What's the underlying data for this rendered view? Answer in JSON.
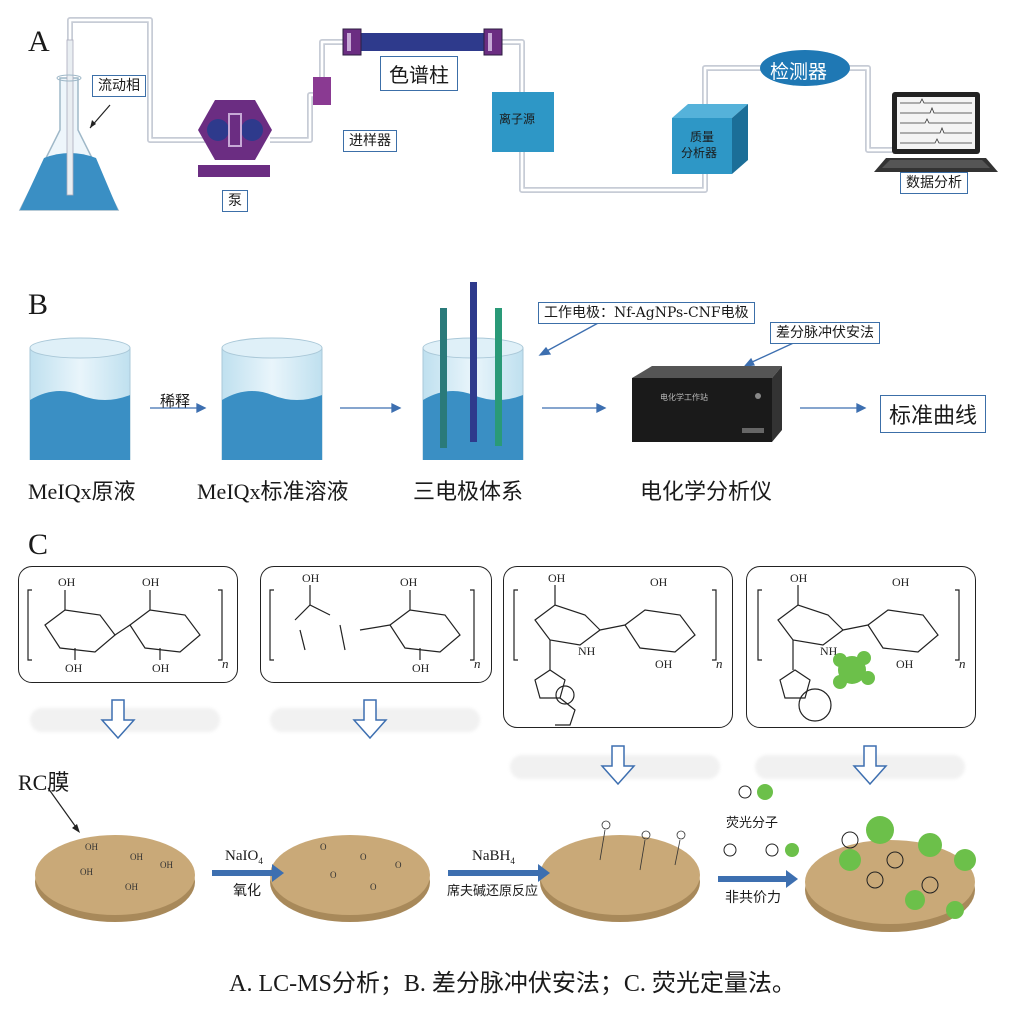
{
  "panel_a": {
    "letter": "A",
    "mobile_phase": "流动相",
    "pump": "泵",
    "injector": "进样器",
    "column": "色谱柱",
    "ion_source": "离子源",
    "mass_analyzer_line1": "质量",
    "mass_analyzer_line2": "分析器",
    "detector": "检测器",
    "data_analysis": "数据分析"
  },
  "panel_b": {
    "letter": "B",
    "dilute": "稀释",
    "working_electrode": "工作电极：Nf-AgNPs-CNF电极",
    "dpv": "差分脉冲伏安法",
    "standard_curve": "标准曲线",
    "stock_solution": "MeIQx原液",
    "standard_solution": "MeIQx标准溶液",
    "three_electrode": "三电极体系",
    "analyzer": "电化学分析仪",
    "instrument_screen_text": "电化学工作站"
  },
  "panel_c": {
    "letter": "C",
    "rc_membrane": "RC膜",
    "step1_top": "NaIO",
    "step1_sub": "4",
    "step1_bottom": "氧化",
    "step2_top": "NaBH",
    "step2_sub": "4",
    "step2_bottom": "席夫碱还原反应",
    "step3_top": "荧光分子",
    "step3_bottom": "非共价力",
    "repeat_index": "n"
  },
  "caption": "A. LC-MS分析；B. 差分脉冲伏安法；C. 荧光定量法。",
  "colors": {
    "liquid_blue": "#3a8fc4",
    "box_blue": "#2e97c6",
    "column_navy": "#2e3a8c",
    "pump_purple": "#6b2d82",
    "detector_blue": "#1f78b4",
    "membrane_tan": "#c9a978",
    "green_fluor": "#6cc04a",
    "arrow_blue": "#3d6fb0"
  }
}
